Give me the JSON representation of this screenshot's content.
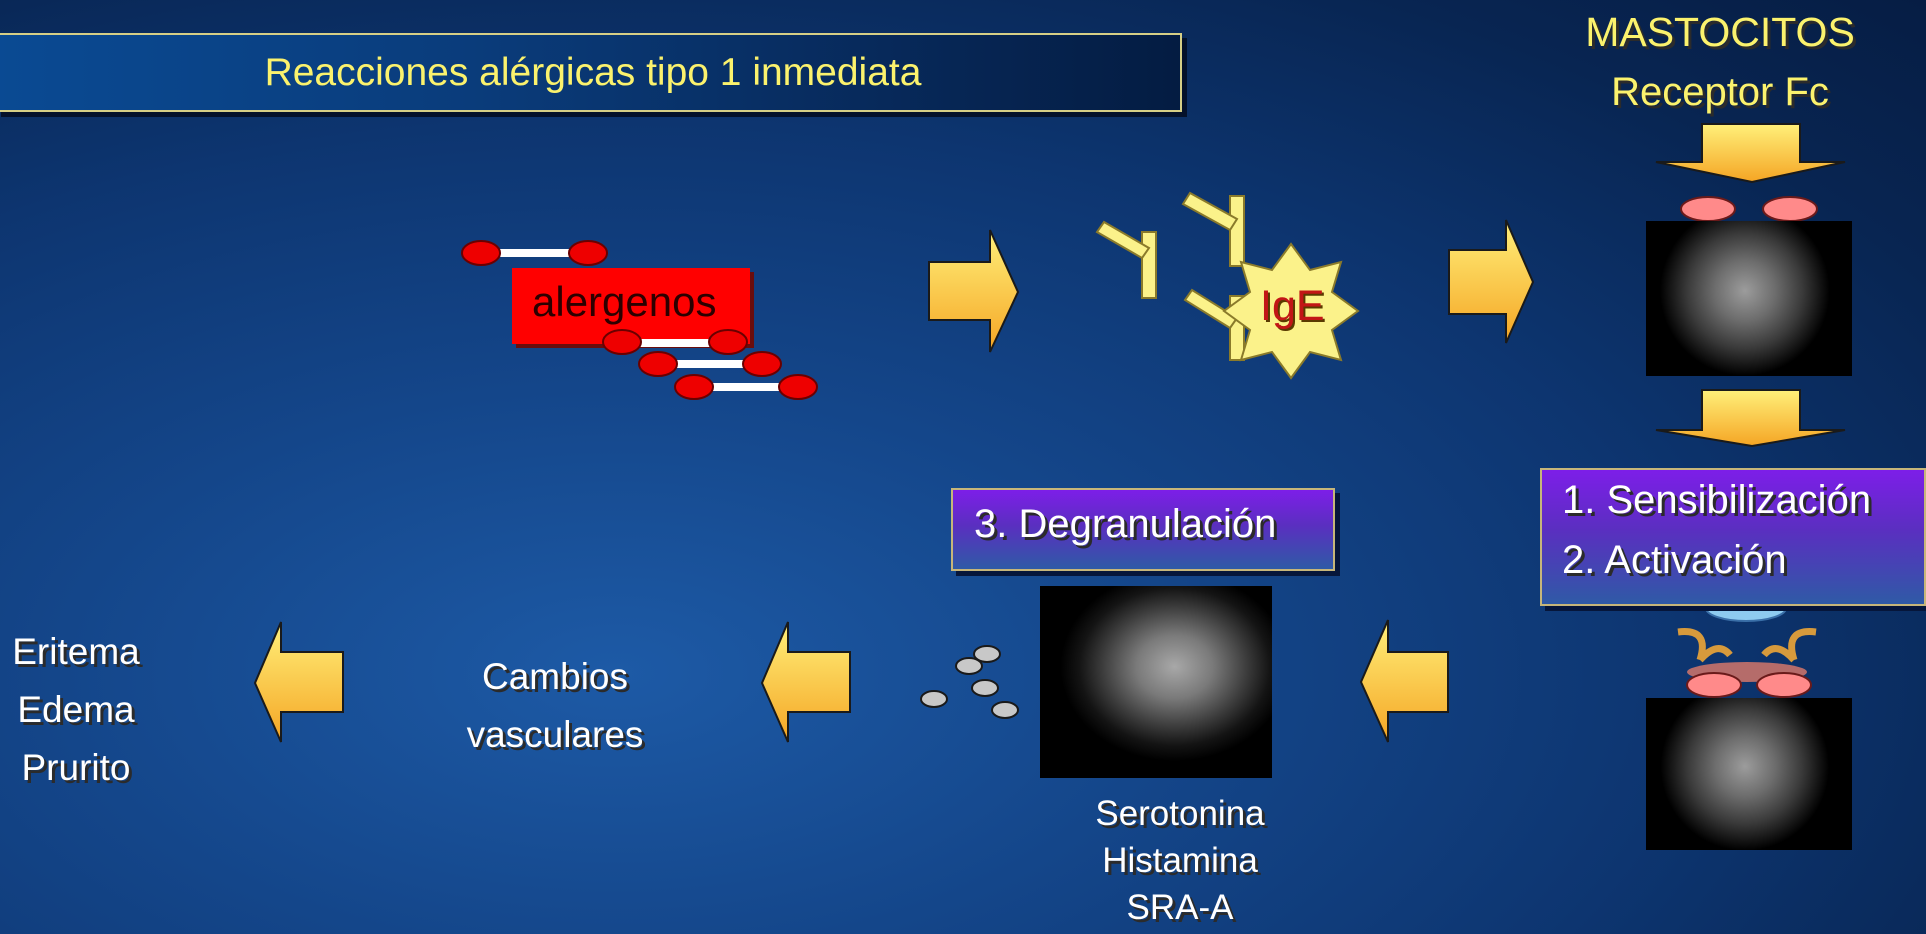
{
  "slide": {
    "title": "Reacciones alérgicas tipo 1 inmediata",
    "mastocitos": "MASTOCITOS",
    "receptor": "Receptor Fc",
    "alergenos": "alergenos",
    "ige": "IgE",
    "steps": {
      "sensibilizacion": "1. Sensibilización",
      "activacion": "2. Activación",
      "degranulacion": "3. Degranulación"
    },
    "cambios": [
      "Cambios",
      "vasculares"
    ],
    "sintomas": [
      "Eritema",
      "Edema",
      "Prurito"
    ],
    "mediadores": [
      "Serotonina",
      "Histamina",
      "SRA-A"
    ]
  },
  "colors": {
    "title_text": "#fbf26d",
    "allergen_box": "#ff0000",
    "ige_text": "#c21616",
    "arrow_light": "#fff07a",
    "arrow_dark": "#f5a524",
    "receptor_fill": "#ff8a8a",
    "granule_fill": "#c8c8c8"
  }
}
